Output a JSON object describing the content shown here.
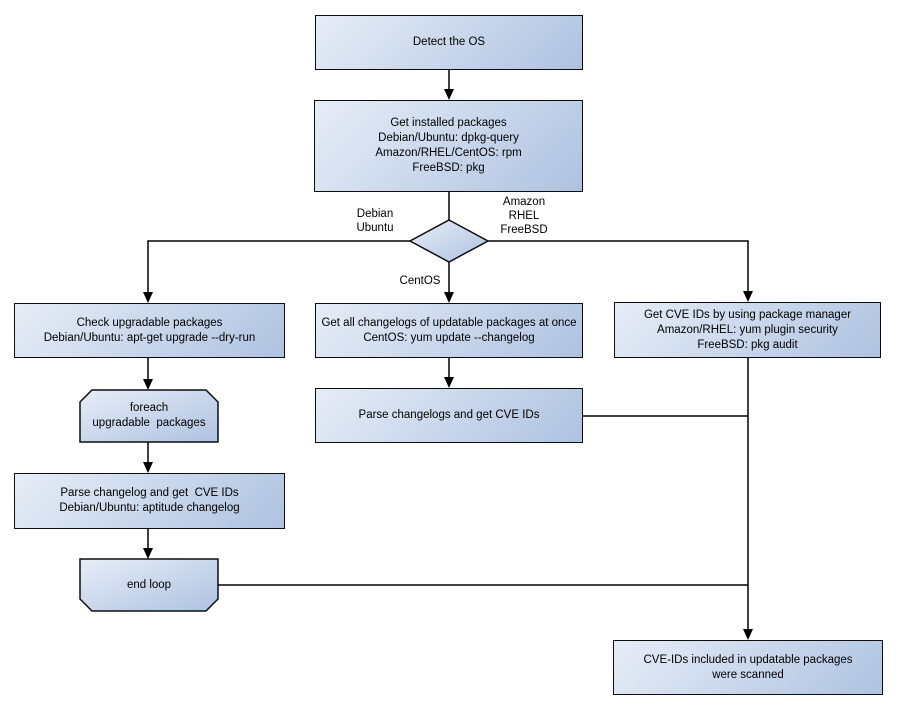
{
  "diagram": {
    "title_hint": "OS package vulnerability scan flowchart",
    "colors": {
      "background": "#ffffff",
      "node_fill_light": "#e7edf7",
      "node_fill_dark": "#aec2e0",
      "node_border": "#0d0d0d",
      "connector": "#000000",
      "text": "#000000"
    },
    "nodes": {
      "detect_os": {
        "label": "Detect the OS"
      },
      "get_installed": {
        "lines": [
          "Get installed packages",
          "Debian/Ubuntu: dpkg-query",
          "Amazon/RHEL/CentOS: rpm",
          "FreeBSD: pkg"
        ]
      },
      "os_decision": {
        "shape": "diamond-icon",
        "label": ""
      },
      "check_upgradable": {
        "lines": [
          "Check upgradable packages",
          "Debian/Ubuntu: apt-get upgrade --dry-run"
        ]
      },
      "foreach_loop": {
        "shape": "loop-start",
        "lines": [
          "foreach",
          "upgradable  packages"
        ]
      },
      "parse_changelog": {
        "lines": [
          "Parse changelog and get  CVE IDs",
          "Debian/Ubuntu: aptitude changelog"
        ]
      },
      "end_loop": {
        "shape": "loop-end",
        "label": "end loop"
      },
      "get_changelogs": {
        "lines": [
          "Get all changelogs of updatable packages at once",
          "CentOS: yum update --changelog"
        ]
      },
      "parse_changelogs": {
        "label": "Parse changelogs and get CVE IDs"
      },
      "get_cve_ids": {
        "lines": [
          "Get CVE IDs by using package manager",
          "Amazon/RHEL: yum plugin security",
          "FreeBSD: pkg audit"
        ]
      },
      "result": {
        "lines": [
          "CVE-IDs included in updatable packages",
          "were scanned"
        ]
      }
    },
    "edge_labels": {
      "left_branch": {
        "lines": [
          "Debian",
          "Ubuntu"
        ]
      },
      "right_branch": {
        "lines": [
          "Amazon",
          "RHEL",
          "FreeBSD"
        ]
      },
      "down_branch": {
        "label": "CentOS"
      }
    }
  }
}
